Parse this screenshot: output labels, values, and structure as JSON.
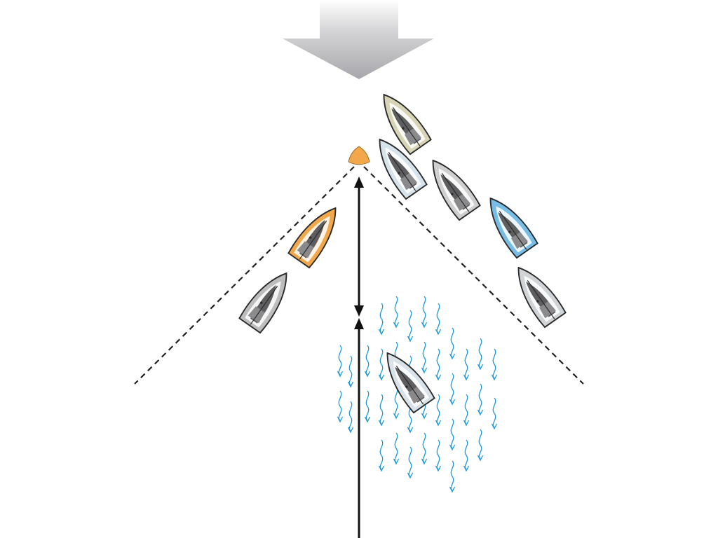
{
  "diagram": {
    "wind_arrow": {
      "direction": "down",
      "icon": "wind-arrow-icon"
    },
    "mark": {
      "color": "#f2a84a",
      "icon": "windward-mark-icon"
    },
    "laylines": {
      "style": "dashed",
      "color": "#222222"
    },
    "distance_arrows": {
      "color": "#111111"
    },
    "current_zone": {
      "color": "#1e9bd7",
      "icon": "current-wave-icon"
    },
    "boats": [
      {
        "id": "tan",
        "hull_color": "#d7d5b5"
      },
      {
        "id": "ice-1",
        "hull_color": "#d6e3ea"
      },
      {
        "id": "gray-1",
        "hull_color": "#cfcfcf"
      },
      {
        "id": "blue",
        "hull_color": "#78bde6"
      },
      {
        "id": "gray-2",
        "hull_color": "#d0d4d6"
      },
      {
        "id": "orange",
        "hull_color": "#f2a84a"
      },
      {
        "id": "gray-3",
        "hull_color": "#bdbdbd"
      },
      {
        "id": "ice-2",
        "hull_color": "#d8e2e8"
      }
    ]
  }
}
